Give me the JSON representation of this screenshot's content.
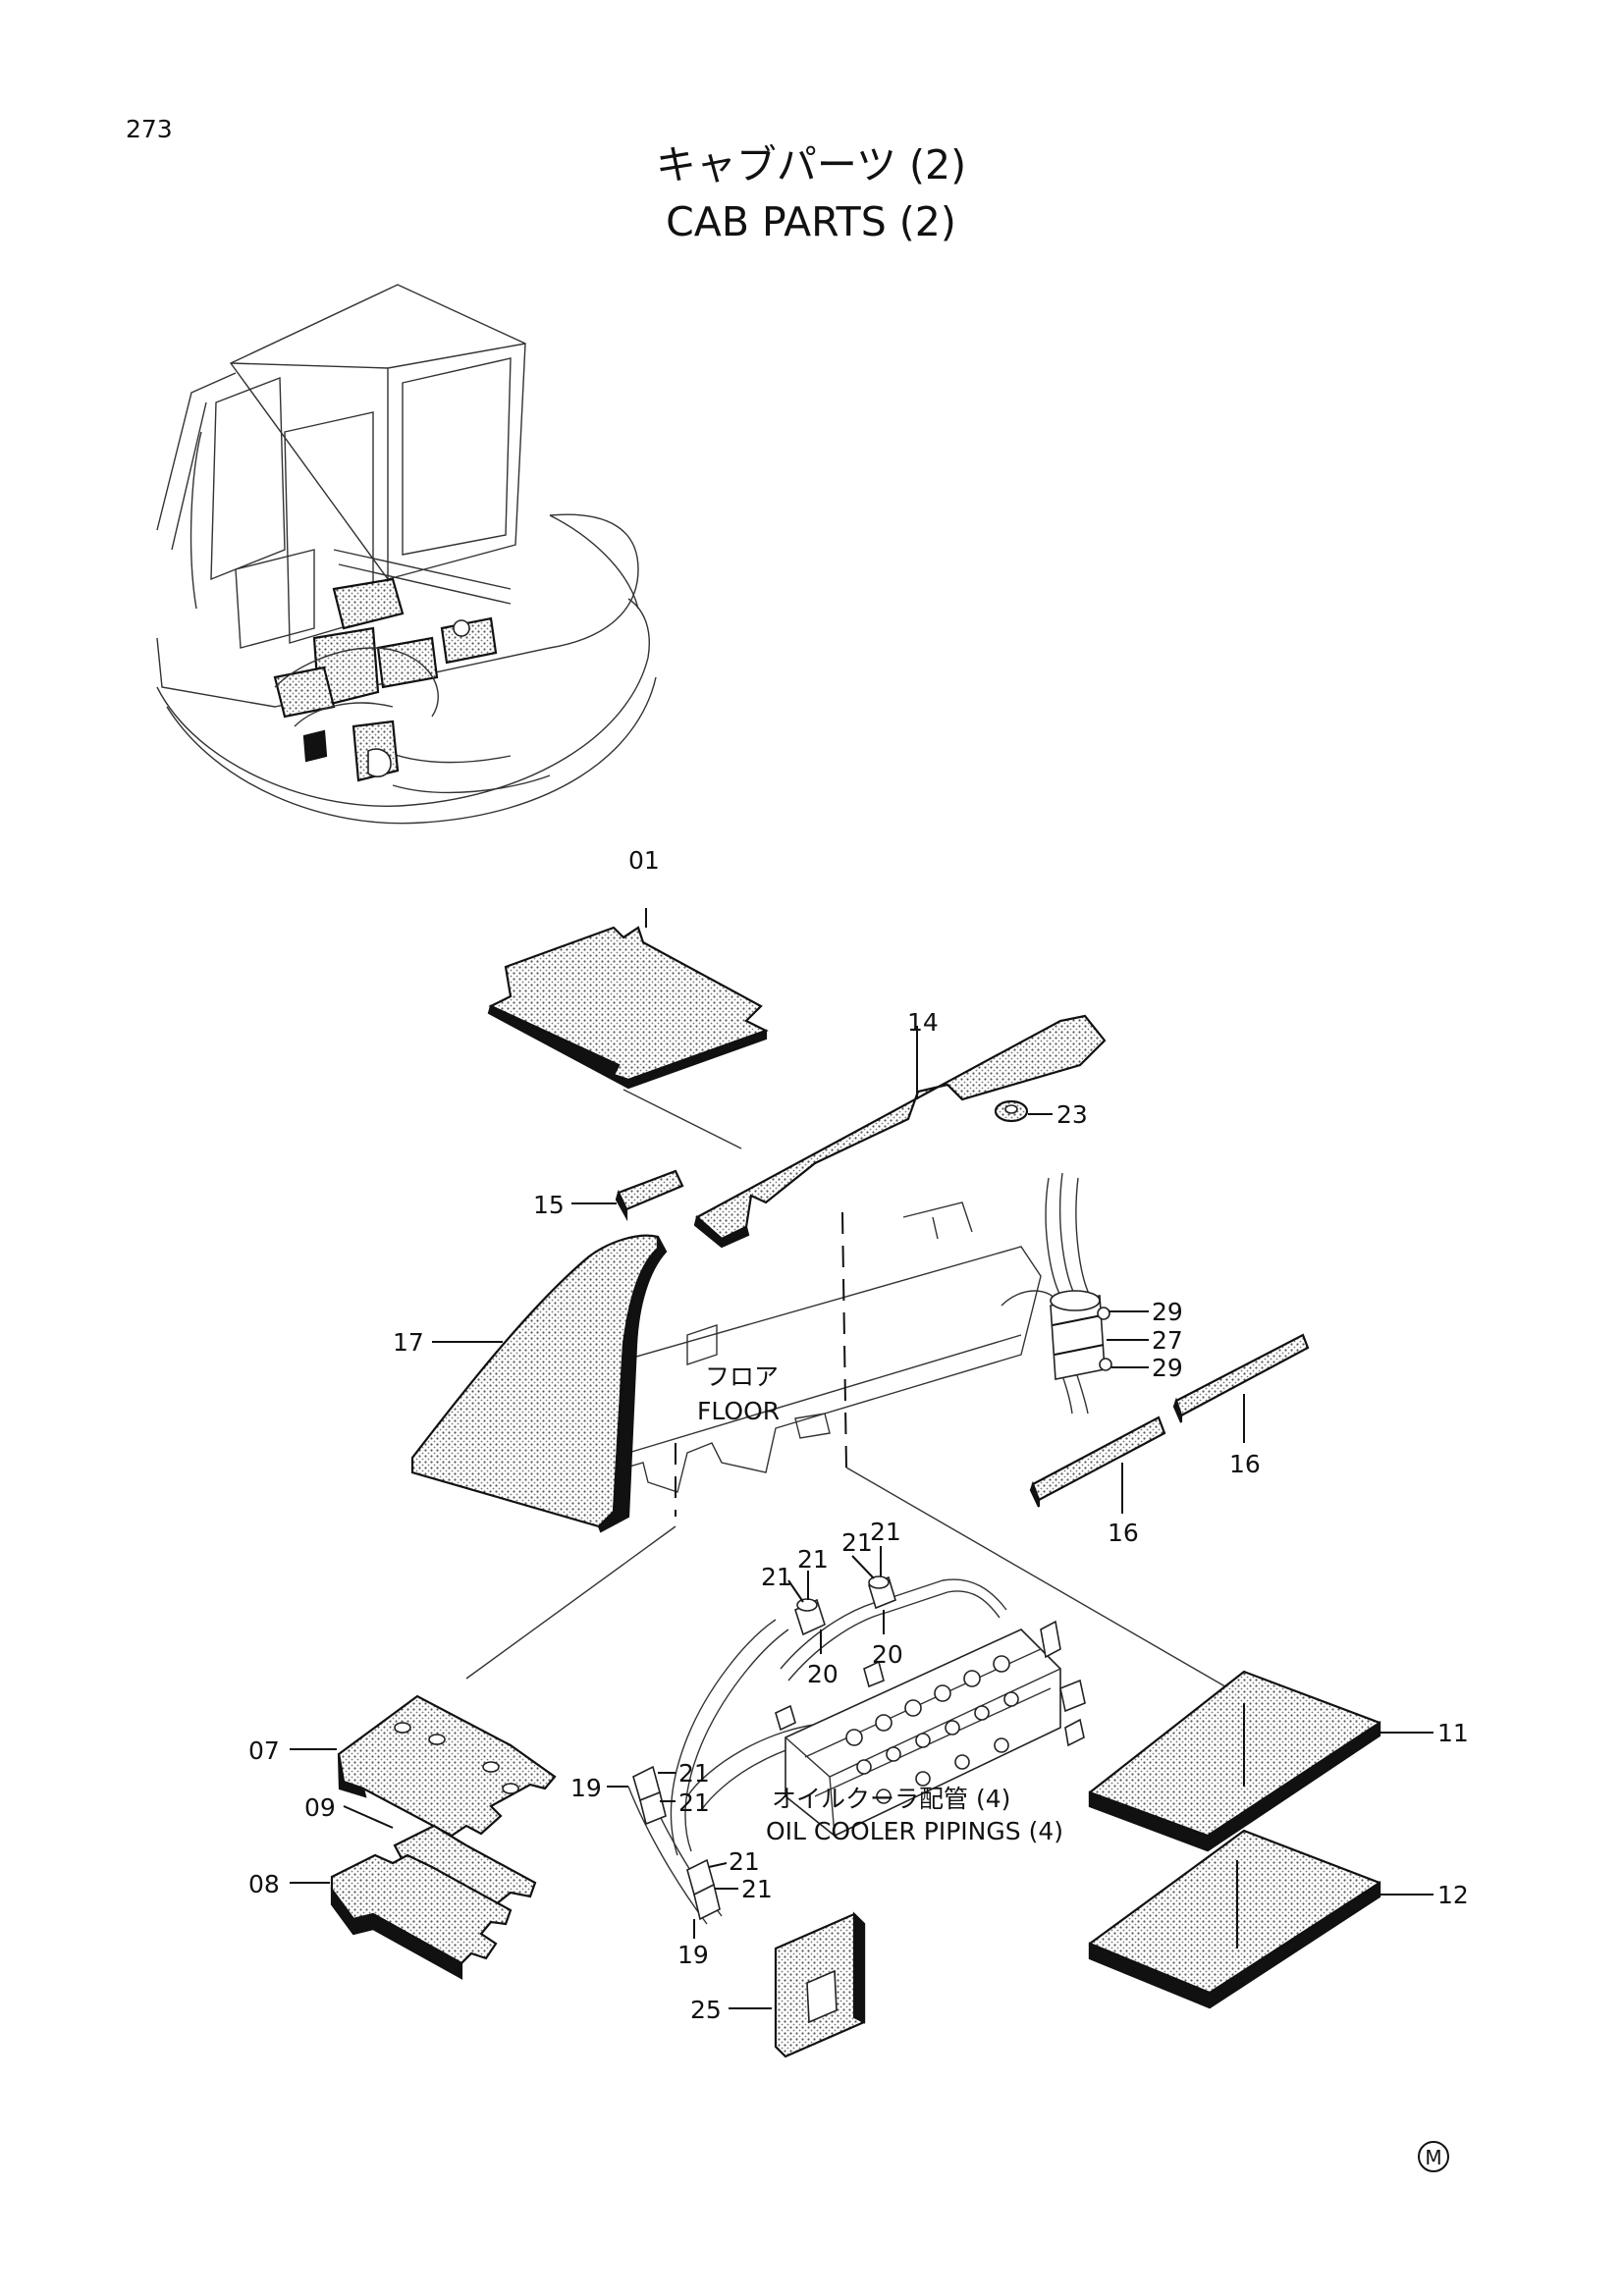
{
  "page_number": "273",
  "title_jp": "キャブパーツ (2)",
  "title_en": "CAB PARTS (2)",
  "floor_label_jp": "フロア",
  "floor_label_en": "FLOOR",
  "piping_label_jp": "オイルクーラ配管 (4)",
  "piping_label_en": "OIL COOLER PIPINGS (4)",
  "mark": "M",
  "callouts": {
    "c01": "01",
    "c14": "14",
    "c23": "23",
    "c15": "15",
    "c17": "17",
    "c29a": "29",
    "c27": "27",
    "c29b": "29",
    "c16a": "16",
    "c16b": "16",
    "c21a": "21",
    "c21b": "21",
    "c21c": "21",
    "c21d": "21",
    "c20a": "20",
    "c20b": "20",
    "c11": "11",
    "c07": "07",
    "c09": "09",
    "c08": "08",
    "c19a": "19",
    "c21e": "21",
    "c21f": "21",
    "c21g": "21",
    "c21h": "21",
    "c19b": "19",
    "c12": "12",
    "c25": "25"
  }
}
